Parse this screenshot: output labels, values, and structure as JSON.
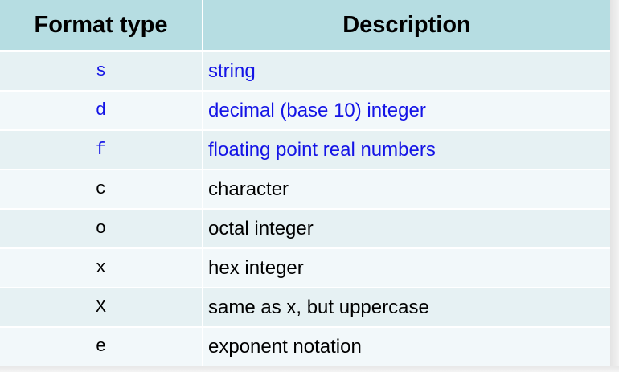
{
  "table": {
    "headers": [
      "Format type",
      "Description"
    ],
    "rows": [
      {
        "type": "s",
        "description": "string",
        "highlighted": true
      },
      {
        "type": "d",
        "description": "decimal (base 10) integer",
        "highlighted": true
      },
      {
        "type": "f",
        "description": "floating point real numbers",
        "highlighted": true
      },
      {
        "type": "c",
        "description": "character",
        "highlighted": false
      },
      {
        "type": "o",
        "description": "octal integer",
        "highlighted": false
      },
      {
        "type": "x",
        "description": "hex integer",
        "highlighted": false
      },
      {
        "type": "X",
        "description": "same as x, but uppercase",
        "highlighted": false
      },
      {
        "type": "e",
        "description": "exponent notation",
        "highlighted": false
      }
    ]
  },
  "colors": {
    "header_bg": "#b6dde2",
    "row_bg_a": "#e6f1f3",
    "row_bg_b": "#f2f8fa",
    "highlight_text": "#1414e6",
    "plain_text": "#000000"
  }
}
